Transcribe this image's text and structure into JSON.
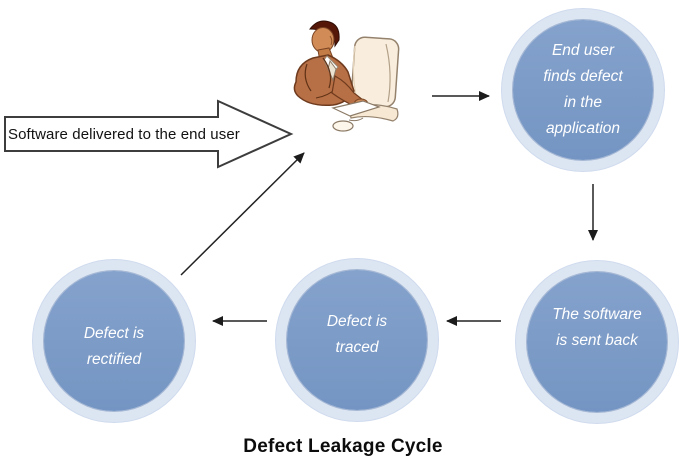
{
  "title": "Defect Leakage Cycle",
  "block_arrow": {
    "label": "Software delivered to the end user"
  },
  "clipart": {
    "name": "person-at-computer"
  },
  "nodes": [
    {
      "id": "end-user-finds-defect",
      "lines": [
        "End user",
        "finds defect",
        "in the",
        "application"
      ]
    },
    {
      "id": "software-sent-back",
      "lines": [
        "The software",
        "is sent back"
      ]
    },
    {
      "id": "defect-traced",
      "lines": [
        "Defect is",
        "traced"
      ]
    },
    {
      "id": "defect-rectified",
      "lines": [
        "Defect is",
        "rectified"
      ]
    }
  ],
  "edges": [
    {
      "from": "software-delivered-block-arrow",
      "to": "person-at-computer"
    },
    {
      "from": "person-at-computer",
      "to": "end-user-finds-defect"
    },
    {
      "from": "end-user-finds-defect",
      "to": "software-sent-back"
    },
    {
      "from": "software-sent-back",
      "to": "defect-traced"
    },
    {
      "from": "defect-traced",
      "to": "defect-rectified"
    },
    {
      "from": "defect-rectified",
      "to": "person-at-computer"
    }
  ],
  "colors": {
    "node_fill": "#7b9ac6",
    "node_ring": "#dce5f2",
    "node_text": "#ffffff",
    "arrow": "#222222",
    "block_arrow_outline": "#3d3d3d",
    "title_text": "#0c0c0c",
    "background": "#ffffff"
  }
}
